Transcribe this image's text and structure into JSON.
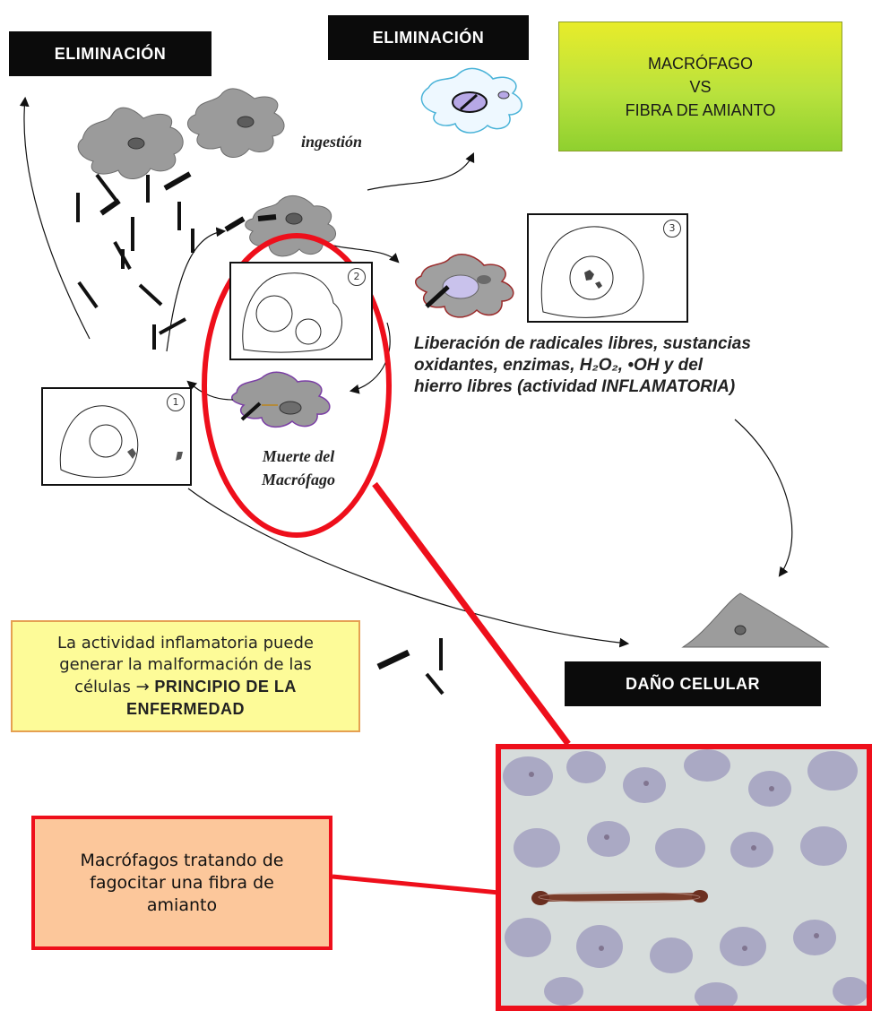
{
  "labels": {
    "elim_left": "ELIMINACIÓN",
    "elim_right": "ELIMINACIÓN",
    "ingestion": "ingestión",
    "death_line1": "Muerte del",
    "death_line2": "Macrófago",
    "dano": "DAÑO CELULAR"
  },
  "title_box": {
    "line1": "MACRÓFAGO",
    "line2": "VS",
    "line3": "FIBRA DE AMIANTO"
  },
  "liberation_text": {
    "line1": "Liberación de radicales libres, sustancias",
    "line2": "oxidantes, enzimas, H₂O₂, •OH  y del",
    "line3": "hierro libres (actividad INFLAMATORIA)"
  },
  "inflammation_box": {
    "line1": "La actividad inflamatoria puede",
    "line2": "generar la malformación de las",
    "line3": "células →",
    "line3_bold": "PRINCIPIO DE LA",
    "line4_bold": "ENFERMEDAD"
  },
  "callout_box": {
    "line1": "Macrófagos tratando de",
    "line2": "fagocitar una fibra de",
    "line3": "amianto"
  },
  "panels": {
    "num1": "1",
    "num2": "2",
    "num3": "3"
  },
  "colors": {
    "highlight_red": "#ee0f1b",
    "cell_gray": "#9b9b9b",
    "title_green": "#b9e23d",
    "note_yellow": "#fdfb98",
    "callout_orange": "#fcc79b"
  }
}
